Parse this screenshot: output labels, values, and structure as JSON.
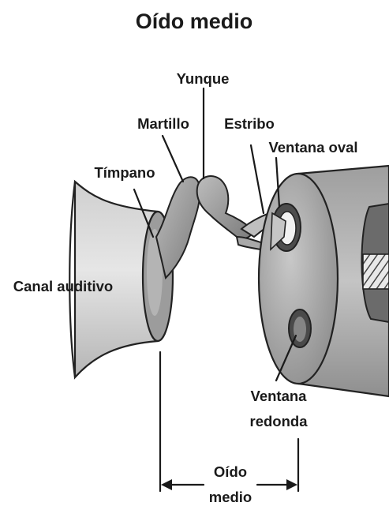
{
  "title": "Oído medio",
  "labels": {
    "yunque": "Yunque",
    "martillo": "Martillo",
    "estribo": "Estribo",
    "ventana_oval": "Ventana oval",
    "timpano": "Tímpano",
    "canal_auditivo": "Canal auditivo",
    "ventana_redonda_line1": "Ventana",
    "ventana_redonda_line2": "redonda",
    "oido_medio_line1": "Oído",
    "oido_medio_line2": "medio"
  },
  "colors": {
    "text": "#1a1a1a",
    "light_gray": "#d6d6d6",
    "mid_gray": "#9a9a9a",
    "dark_gray": "#5e5e5e",
    "outline": "#222222"
  }
}
